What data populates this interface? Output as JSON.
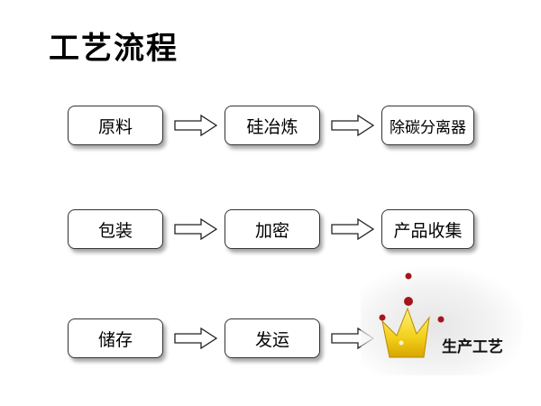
{
  "title": "工艺流程",
  "rows": [
    [
      "原料",
      "硅冶炼",
      "除碳分离器"
    ],
    [
      "包装",
      "加密",
      "产品收集"
    ],
    [
      "储存",
      "发运"
    ]
  ],
  "badge": {
    "label": "生产工艺",
    "crown_icon": "crown-icon",
    "colors": {
      "crown": "#f2cf1a",
      "gem": "#a4161a"
    }
  },
  "arrow_icon": "outline-right-arrow-icon"
}
